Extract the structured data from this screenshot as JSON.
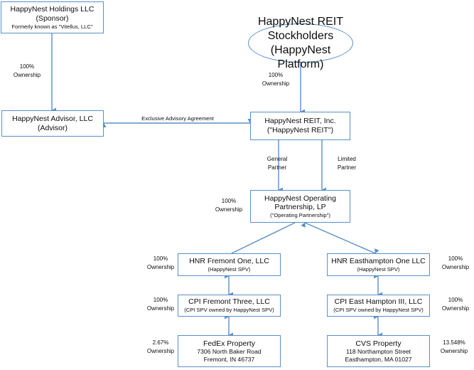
{
  "diagram": {
    "title": "HappyNest REIT organizational structure chart",
    "accent_color": "#5b8fc7",
    "box_fill": "#ffffff",
    "text_color": "#0d0d0d"
  },
  "nodes": {
    "holdings": {
      "line1": "HappyNest Holdings LLC",
      "line2": "(Sponsor)",
      "line3": "Formerly known as \"Vitellus, LLC\""
    },
    "stockholders": {
      "line1": "HappyNest REIT",
      "line2": "Stockholders",
      "line3": "(HappyNest Platform)"
    },
    "advisor": {
      "line1": "HappyNest Advisor, LLC",
      "line2": "(Advisor)"
    },
    "reit": {
      "line1": "HappyNest REIT, Inc.",
      "line2": "(\"HappyNest REIT\")"
    },
    "operating_partnership": {
      "line1": "HappyNest Operating",
      "line2": "Partnership, LP",
      "line3": "(\"Operating Partnership\")"
    },
    "hnr_fremont": {
      "line1": "HNR Fremont One, LLC",
      "line2": "(HappyNest SPV)"
    },
    "hnr_easthampton": {
      "line1": "HNR Easthampton One LLC",
      "line2": "(HappyNest SPV)"
    },
    "cpi_fremont": {
      "line1": "CPI Fremont Three, LLC",
      "line2": "(CPI SPV owned by HappyNest SPV)"
    },
    "cpi_east_hampton": {
      "line1": "CPI East Hampton III, LLC",
      "line2": "(CPI SPV owned by HappyNest SPV)"
    },
    "fedex": {
      "line1": "FedEx Property",
      "line2": "7306 North Baker Road",
      "line3": "Fremont, IN 46737"
    },
    "cvs": {
      "line1": "CVS Property",
      "line2": "118 Northampton Street",
      "line3": "Easthampton, MA 01027"
    }
  },
  "edge_labels": {
    "holdings_to_advisor": {
      "line1": "100%",
      "line2": "Ownership"
    },
    "stockholders_to_reit": {
      "line1": "100%",
      "line2": "Ownership"
    },
    "advisory_agreement": {
      "text": "Exclusive Advisory Agreement"
    },
    "general_partner": {
      "line1": "General",
      "line2": "Partner"
    },
    "limited_partner": {
      "line1": "Limited",
      "line2": "Partner"
    },
    "reit_to_op": {
      "line1": "100%",
      "line2": "Ownership"
    },
    "op_to_fremont": {
      "line1": "100%",
      "line2": "Ownership"
    },
    "op_to_easthampton": {
      "line1": "100%",
      "line2": "Ownership"
    },
    "fremont_to_cpi": {
      "line1": "100%",
      "line2": "Ownership"
    },
    "easthampton_to_cpi": {
      "line1": "100%",
      "line2": "Ownership"
    },
    "cpi_to_fedex": {
      "line1": "2.67%",
      "line2": "Ownership"
    },
    "cpi_to_cvs": {
      "line1": "13.548%",
      "line2": "Ownership"
    }
  }
}
